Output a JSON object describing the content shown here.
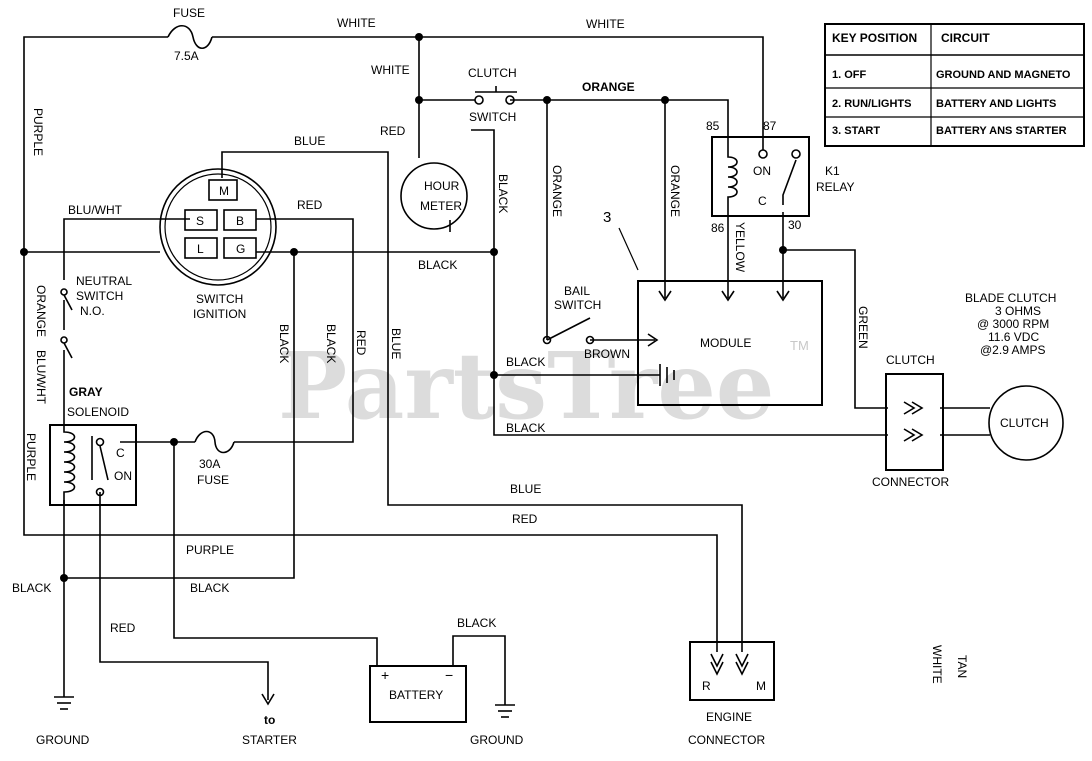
{
  "watermark": {
    "text": "PartsTree",
    "tm": "TM"
  },
  "key_table": {
    "headers": [
      "KEY POSITION",
      "CIRCUIT"
    ],
    "rows": [
      [
        "1. OFF",
        "GROUND AND MAGNETO"
      ],
      [
        "2. RUN/LIGHTS",
        "BATTERY AND LIGHTS"
      ],
      [
        "3. START",
        "BATTERY ANS STARTER"
      ]
    ]
  },
  "fuse_top": {
    "label": "FUSE",
    "rating": "7.5A"
  },
  "fuse_30a": {
    "rating": "30A",
    "label": "FUSE"
  },
  "clutch_switch": {
    "line1": "CLUTCH",
    "line2": "SWITCH"
  },
  "hour_meter": {
    "line1": "HOUR",
    "line2": "METER"
  },
  "ignition_switch": {
    "terminals": [
      "M",
      "S",
      "B",
      "L",
      "G"
    ],
    "line1": "SWITCH",
    "line2": "IGNITION"
  },
  "relay": {
    "pin85": "85",
    "pin87": "87",
    "pin86": "86",
    "pin30": "30",
    "on": "ON",
    "c": "C",
    "name1": "K1",
    "name2": "RELAY"
  },
  "module": {
    "label": "MODULE",
    "ref": "3"
  },
  "bail_switch": {
    "line1": "BAIL",
    "line2": "SWITCH"
  },
  "neutral_switch": {
    "line1": "NEUTRAL",
    "line2": "SWITCH",
    "line3": "N.O."
  },
  "solenoid": {
    "color": "GRAY",
    "label": "SOLENOID",
    "c": "C",
    "on": "ON"
  },
  "blade_clutch": {
    "lines": [
      "BLADE CLUTCH",
      "3 OHMS",
      "@ 3000 RPM",
      "11.6 VDC",
      "@2.9 AMPS"
    ]
  },
  "clutch_connector": {
    "top": "CLUTCH",
    "bottom": "CONNECTOR"
  },
  "clutch": {
    "label": "CLUTCH"
  },
  "battery": {
    "label": "BATTERY",
    "plus": "+",
    "minus": "−"
  },
  "engine_connector": {
    "line1": "ENGINE",
    "line2": "CONNECTOR",
    "r": "R",
    "m": "M"
  },
  "grounds": {
    "left": "GROUND",
    "right": "GROUND"
  },
  "starter": {
    "to": "to",
    "label": "STARTER"
  },
  "wire_labels": {
    "white1": "WHITE",
    "white2": "WHITE",
    "white3": "WHITE",
    "purple_left": "PURPLE",
    "purple_sol": "PURPLE",
    "purple_bottom": "PURPLE",
    "blue_top": "BLUE",
    "blu_wht_top": "BLU/WHT",
    "blu_wht_low": "BLU/WHT",
    "red_top": "RED",
    "red_ign": "RED",
    "red_vert": "RED",
    "red_hz": "RED",
    "red_starter": "RED",
    "orange_top": "ORANGE",
    "orange_v1": "ORANGE",
    "orange_v2": "ORANGE",
    "orange_left": "ORANGE",
    "black_meter": "BLACK",
    "black_main": "BLACK",
    "black_v1": "BLACK",
    "black_v2": "BLACK",
    "black_mod": "BLACK",
    "black_mod2": "BLACK",
    "black_left": "BLACK",
    "black_bottom": "BLACK",
    "black_batt": "BLACK",
    "blue_v": "BLUE",
    "blue_hz": "BLUE",
    "yellow": "YELLOW",
    "green": "GREEN",
    "brown": "BROWN",
    "tan": "TAN",
    "white_tan": "WHITE"
  }
}
